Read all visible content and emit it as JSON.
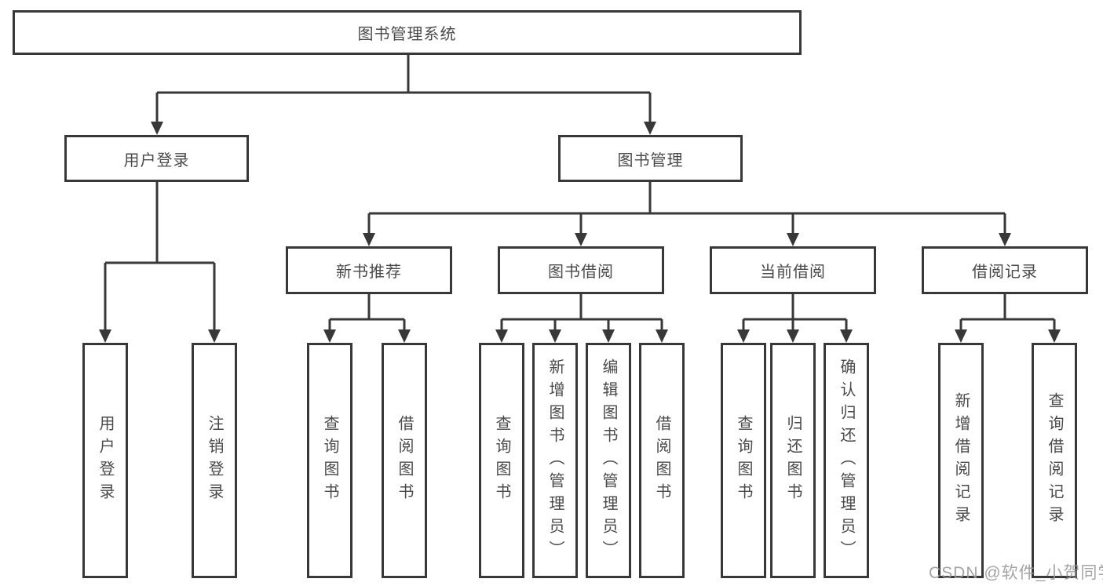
{
  "tree": {
    "label": "图书管理系统",
    "children": [
      {
        "label": "用户登录",
        "children": [
          {
            "label": "用户登录"
          },
          {
            "label": "注销登录"
          }
        ]
      },
      {
        "label": "图书管理",
        "children": [
          {
            "label": "新书推荐",
            "children": [
              {
                "label": "查询图书"
              },
              {
                "label": "借阅图书"
              }
            ]
          },
          {
            "label": "图书借阅",
            "children": [
              {
                "label": "查询图书"
              },
              {
                "label": "新增图书（管理员）"
              },
              {
                "label": "编辑图书（管理员）"
              },
              {
                "label": "借阅图书"
              }
            ]
          },
          {
            "label": "当前借阅",
            "children": [
              {
                "label": "查询图书"
              },
              {
                "label": "归还图书"
              },
              {
                "label": "确认归还（管理员）"
              }
            ]
          },
          {
            "label": "借阅记录",
            "children": [
              {
                "label": "新增借阅记录"
              },
              {
                "label": "查询借阅记录"
              }
            ]
          }
        ]
      }
    ]
  },
  "watermark": "CSDN @软件_小贺同学",
  "colors": {
    "line": "#383838",
    "box_border": "#383838",
    "text": "#4a4a4a",
    "watermark": "#9b9b9b",
    "background": "#ffffff"
  }
}
